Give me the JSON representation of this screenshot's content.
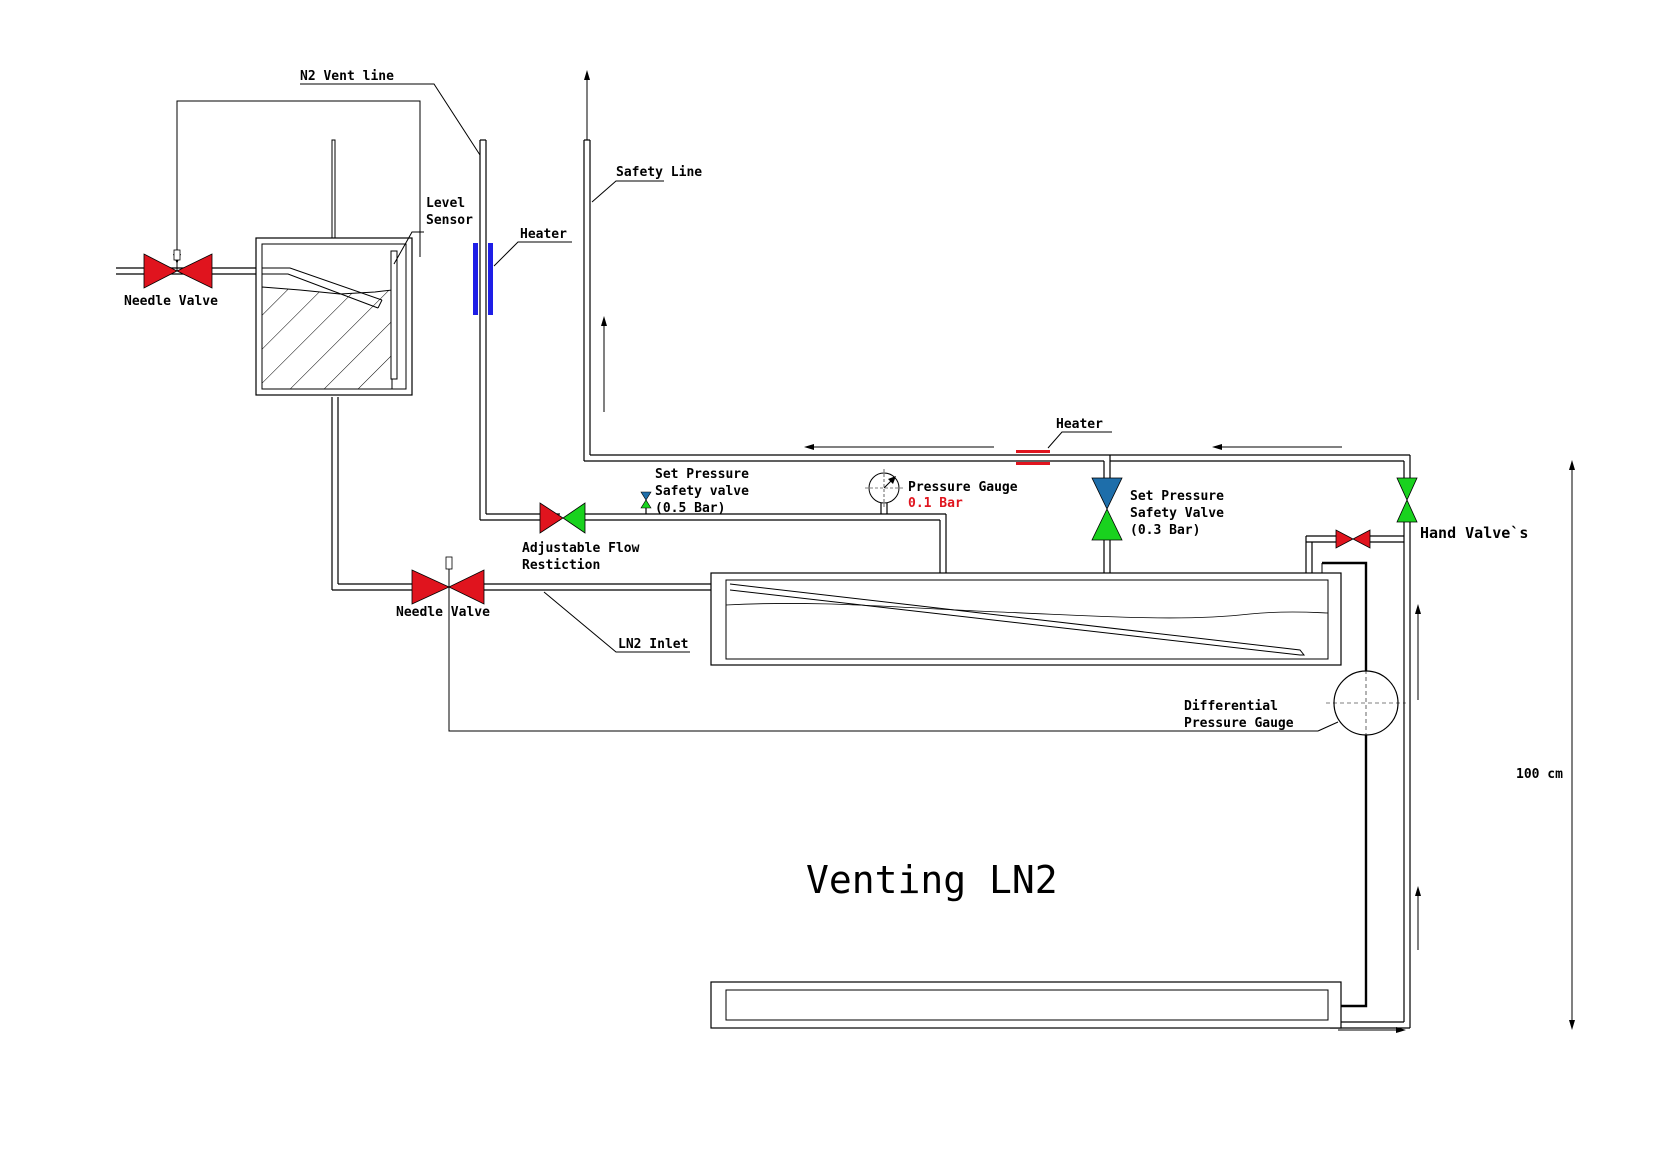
{
  "title": "Venting LN2",
  "labels": {
    "n2_vent_line": "N2 Vent line",
    "safety_line": "Safety Line",
    "level_sensor_1": "Level",
    "level_sensor_2": "Sensor",
    "heater_top": "Heater",
    "heater_mid": "Heater",
    "needle_valve_top": "Needle Valve",
    "needle_valve_bottom": "Needle Valve",
    "set_pressure_05_l1": "Set Pressure",
    "set_pressure_05_l2": "Safety valve",
    "set_pressure_05_l3": "(0.5 Bar)",
    "pressure_gauge": "Pressure Gauge",
    "pressure_gauge_value": "0.1 Bar",
    "set_pressure_03_l1": "Set Pressure",
    "set_pressure_03_l2": "Safety Valve",
    "set_pressure_03_l3": "(0.3 Bar)",
    "hand_valves": "Hand Valve`s",
    "adjustable_flow_l1": "Adjustable Flow",
    "adjustable_flow_l2": "Restiction",
    "ln2_inlet": "LN2 Inlet",
    "diff_pressure_l1": "Differential",
    "diff_pressure_l2": "Pressure Gauge",
    "dimension": "100 cm"
  },
  "colors": {
    "valve_red": "#e0141e",
    "valve_green": "#19d21e",
    "valve_blue": "#1e6eaa",
    "heater_blue": "#1e1ee6",
    "heater_red": "#e0141e"
  }
}
